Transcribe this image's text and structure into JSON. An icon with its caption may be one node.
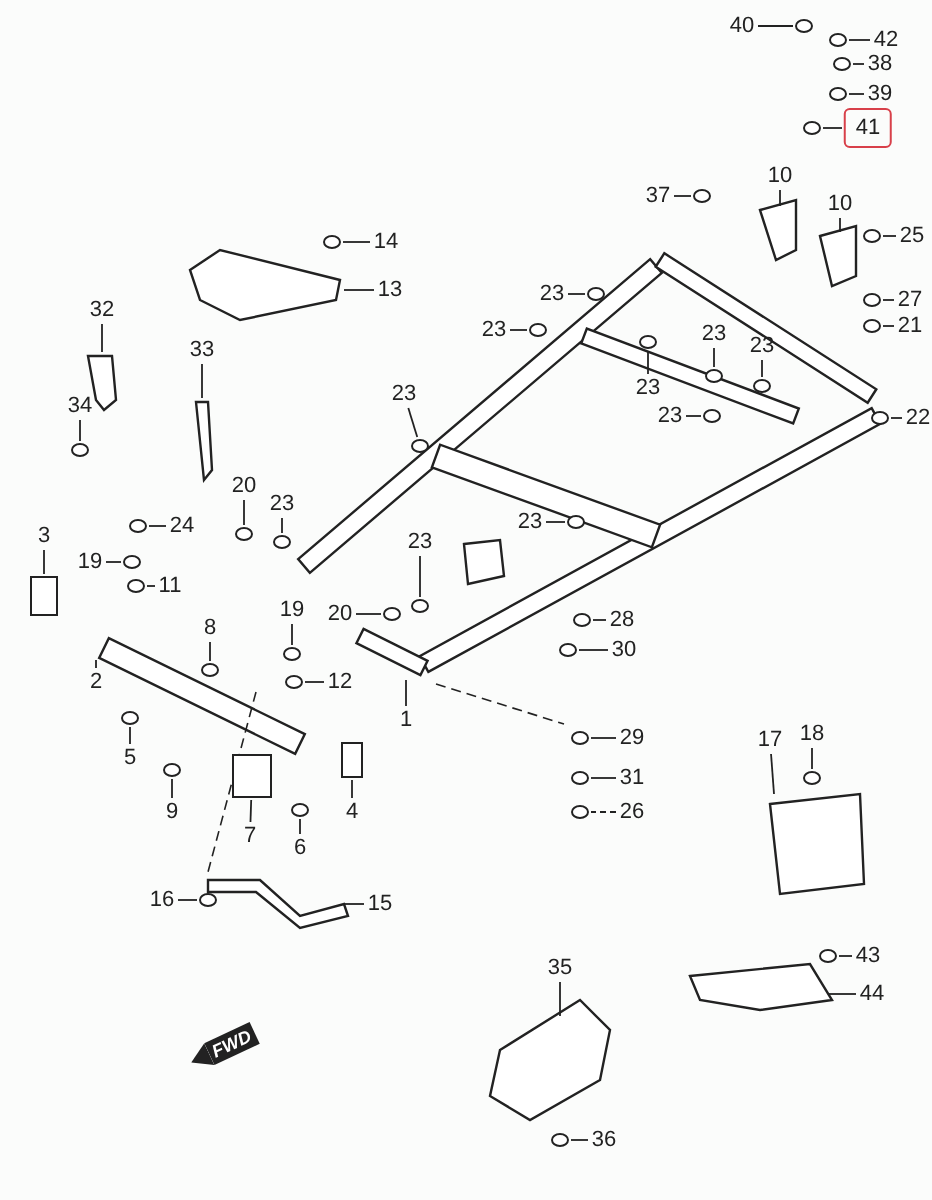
{
  "diagram": {
    "nodes": [
      {
        "text": [
          "40"
        ]
      },
      {
        "text": [
          "42"
        ]
      },
      {
        "text": [
          "38"
        ]
      },
      {
        "text": [
          "39"
        ]
      },
      {
        "text": [
          "41"
        ]
      },
      {
        "text": [
          "10"
        ]
      },
      {
        "text": [
          "37"
        ]
      },
      {
        "text": [
          "10"
        ]
      },
      {
        "text": [
          "25"
        ]
      },
      {
        "text": [
          "14"
        ]
      },
      {
        "text": [
          "13"
        ]
      },
      {
        "text": [
          "23"
        ]
      },
      {
        "text": [
          "27"
        ]
      },
      {
        "text": [
          "32"
        ]
      },
      {
        "text": [
          "21"
        ]
      },
      {
        "text": [
          "23"
        ]
      },
      {
        "text": [
          "23"
        ]
      },
      {
        "text": [
          "23"
        ]
      },
      {
        "text": [
          "33"
        ]
      },
      {
        "text": [
          "23"
        ]
      },
      {
        "text": [
          "23"
        ]
      },
      {
        "text": [
          "34"
        ]
      },
      {
        "text": [
          "22"
        ]
      },
      {
        "text": [
          "23"
        ]
      },
      {
        "text": [
          "20"
        ]
      },
      {
        "text": [
          "23"
        ]
      },
      {
        "text": [
          "23"
        ]
      },
      {
        "text": [
          "24"
        ]
      },
      {
        "text": [
          "3"
        ]
      },
      {
        "text": [
          "23"
        ]
      },
      {
        "text": [
          "19"
        ]
      },
      {
        "text": [
          "11"
        ]
      },
      {
        "text": [
          "20"
        ]
      },
      {
        "text": [
          "28"
        ]
      },
      {
        "text": [
          "19"
        ]
      },
      {
        "text": [
          "8"
        ]
      },
      {
        "text": [
          "30"
        ]
      },
      {
        "text": [
          "2"
        ]
      },
      {
        "text": [
          "12"
        ]
      },
      {
        "text": [
          "1"
        ]
      },
      {
        "text": [
          "29"
        ]
      },
      {
        "text": [
          "17"
        ]
      },
      {
        "text": [
          "18"
        ]
      },
      {
        "text": [
          "5"
        ]
      },
      {
        "text": [
          "31"
        ]
      },
      {
        "text": [
          "9"
        ]
      },
      {
        "text": [
          "4"
        ]
      },
      {
        "text": [
          "26"
        ]
      },
      {
        "text": [
          "7"
        ]
      },
      {
        "text": [
          "6"
        ]
      },
      {
        "text": [
          "16"
        ]
      },
      {
        "text": [
          "15"
        ]
      },
      {
        "text": [
          "43"
        ]
      },
      {
        "text": [
          "35"
        ]
      },
      {
        "text": [
          "44"
        ]
      },
      {
        "text": [
          "36"
        ]
      },
      {
        "text": [],
        "shape": "circle"
      },
      {
        "text": [],
        "shape": "circle"
      },
      {
        "text": [],
        "shape": "circle"
      },
      {
        "text": [],
        "shape": "circle"
      },
      {
        "text": [],
        "shape": "circle"
      },
      {
        "text": [],
        "shape": "circle"
      },
      {
        "text": [],
        "shape": "circle"
      },
      {
        "text": [],
        "shape": "circle"
      },
      {
        "text": [],
        "shape": "circle"
      },
      {
        "text": [],
        "shape": "circle"
      },
      {
        "text": [],
        "shape": "circle"
      },
      {
        "text": [],
        "shape": "circle"
      },
      {
        "text": [],
        "shape": "circle"
      },
      {
        "text": [],
        "shape": "circle"
      },
      {
        "text": [],
        "shape": "circle"
      },
      {
        "text": [],
        "shape": "circle"
      },
      {
        "text": [],
        "shape": "circle"
      },
      {
        "text": [],
        "shape": "circle"
      },
      {
        "text": [],
        "shape": "circle"
      },
      {
        "text": [],
        "shape": "circle"
      },
      {
        "text": [],
        "shape": "circle"
      },
      {
        "text": [],
        "shape": "circle"
      },
      {
        "text": [],
        "shape": "circle"
      },
      {
        "text": [],
        "shape": "circle"
      },
      {
        "text": [],
        "shape": "circle"
      },
      {
        "text": [],
        "shape": "circle"
      },
      {
        "text": [],
        "shape": "circle"
      },
      {
        "text": [],
        "shape": "circle"
      },
      {
        "text": [],
        "shape": "circle"
      },
      {
        "text": [],
        "shape": "circle"
      },
      {
        "text": [],
        "shape": "circle"
      },
      {
        "text": [],
        "shape": "circle"
      },
      {
        "text": [],
        "shape": "circle"
      },
      {
        "text": [],
        "shape": "circle"
      },
      {
        "text": [],
        "shape": "circle"
      },
      {
        "text": [],
        "shape": "circle"
      },
      {
        "text": [],
        "shape": "circle"
      },
      {
        "text": [],
        "shape": "circle"
      },
      {
        "text": [],
        "shape": "circle"
      },
      {
        "text": [],
        "shape": "circle"
      },
      {
        "text": [],
        "shape": "circle"
      },
      {
        "text": [],
        "shape": "circle"
      },
      {
        "text": [],
        "shape": "box"
      },
      {
        "text": [],
        "shape": "box"
      },
      {
        "text": [],
        "shape": "box"
      }
    ],
    "edges": [
      {
        "from": 0,
        "to": 56,
        "arrow": "none"
      },
      {
        "from": 1,
        "to": 57,
        "arrow": "none"
      },
      {
        "from": 2,
        "to": 58,
        "arrow": "none"
      },
      {
        "from": 3,
        "to": 59,
        "arrow": "none"
      },
      {
        "from": 4,
        "to": 60,
        "arrow": "none"
      },
      {
        "from": 5,
        "to": null,
        "arrow": "none"
      },
      {
        "from": 6,
        "to": 61,
        "arrow": "none"
      },
      {
        "from": 7,
        "to": null,
        "arrow": "none"
      },
      {
        "from": 8,
        "to": 62,
        "arrow": "none"
      },
      {
        "from": 9,
        "to": 63,
        "arrow": "none"
      },
      {
        "from": 10,
        "to": null,
        "arrow": "none"
      },
      {
        "from": 11,
        "to": 64,
        "arrow": "none"
      },
      {
        "from": 12,
        "to": 65,
        "arrow": "none"
      },
      {
        "from": 13,
        "to": null,
        "arrow": "none"
      },
      {
        "from": 14,
        "to": 66,
        "arrow": "none"
      },
      {
        "from": 15,
        "to": 67,
        "arrow": "none"
      },
      {
        "from": 16,
        "to": 68,
        "arrow": "none"
      },
      {
        "from": 17,
        "to": 69,
        "arrow": "none"
      },
      {
        "from": 18,
        "to": null,
        "arrow": "none"
      },
      {
        "from": 19,
        "to": 70,
        "arrow": "none"
      },
      {
        "from": 20,
        "to": 71,
        "arrow": "none"
      },
      {
        "from": 21,
        "to": 72,
        "arrow": "none"
      },
      {
        "from": 22,
        "to": 73,
        "arrow": "none"
      },
      {
        "from": 23,
        "to": 74,
        "arrow": "none"
      },
      {
        "from": 24,
        "to": 75,
        "arrow": "none"
      },
      {
        "from": 25,
        "to": 76,
        "arrow": "none"
      },
      {
        "from": 26,
        "to": 77,
        "arrow": "none"
      },
      {
        "from": 27,
        "to": 78,
        "arrow": "none"
      },
      {
        "from": 28,
        "to": 98,
        "arrow": "none"
      },
      {
        "from": 29,
        "to": 79,
        "arrow": "none"
      },
      {
        "from": 30,
        "to": 80,
        "arrow": "none"
      },
      {
        "from": 31,
        "to": 81,
        "arrow": "none"
      },
      {
        "from": 32,
        "to": 82,
        "arrow": "none"
      },
      {
        "from": 33,
        "to": 83,
        "arrow": "none"
      },
      {
        "from": 34,
        "to": 84,
        "arrow": "none"
      },
      {
        "from": 35,
        "to": 85,
        "arrow": "none"
      },
      {
        "from": 36,
        "to": 86,
        "arrow": "none"
      },
      {
        "from": 37,
        "to": null,
        "arrow": "none"
      },
      {
        "from": 38,
        "to": 87,
        "arrow": "none"
      },
      {
        "from": 39,
        "to": null,
        "arrow": "none"
      },
      {
        "from": 40,
        "to": 88,
        "arrow": "none"
      },
      {
        "from": 41,
        "to": null,
        "arrow": "none"
      },
      {
        "from": 42,
        "to": 89,
        "arrow": "none"
      },
      {
        "from": 43,
        "to": 90,
        "arrow": "none"
      },
      {
        "from": 44,
        "to": 91,
        "arrow": "none"
      },
      {
        "from": 45,
        "to": 92,
        "arrow": "none"
      },
      {
        "from": 46,
        "to": 99,
        "arrow": "none"
      },
      {
        "from": 47,
        "to": 93,
        "arrow": "none",
        "style": "dashed"
      },
      {
        "from": 48,
        "to": 100,
        "arrow": "none"
      },
      {
        "from": 49,
        "to": 94,
        "arrow": "none"
      },
      {
        "from": 50,
        "to": 95,
        "arrow": "none"
      },
      {
        "from": 51,
        "to": null,
        "arrow": "none"
      },
      {
        "from": 52,
        "to": 96,
        "arrow": "none"
      },
      {
        "from": 53,
        "to": null,
        "arrow": "none"
      },
      {
        "from": 54,
        "to": null,
        "arrow": "none"
      },
      {
        "from": 55,
        "to": 97,
        "arrow": "none"
      }
    ],
    "labels": [
      "FWD"
    ]
  }
}
